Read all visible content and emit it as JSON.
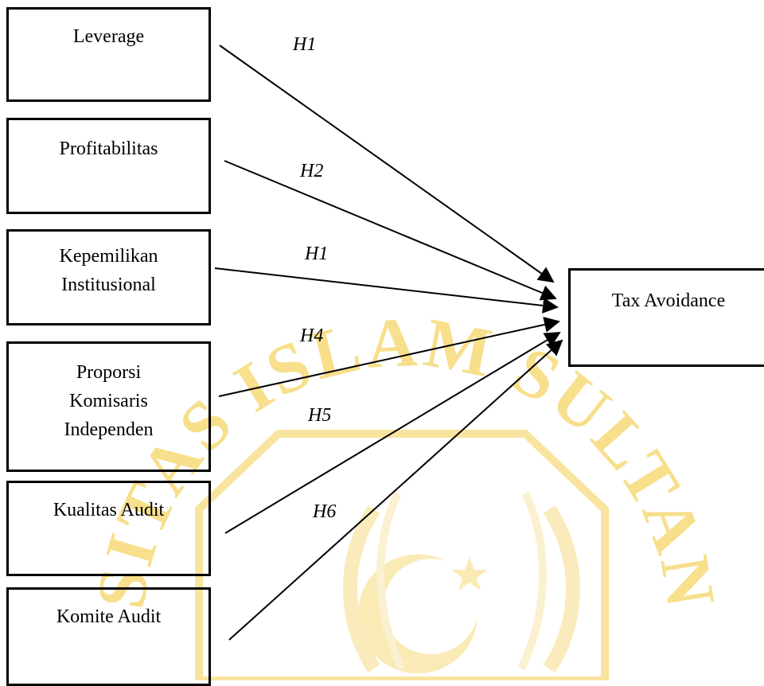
{
  "diagram": {
    "variables": [
      {
        "id": "leverage",
        "label": "Leverage"
      },
      {
        "id": "profitabilitas",
        "label": "Profitabilitas"
      },
      {
        "id": "kepemilikan",
        "label": "Kepemilikan\nInstitusional"
      },
      {
        "id": "proporsi",
        "label": "Proporsi\nKomisaris\nIndependen"
      },
      {
        "id": "kualitas",
        "label": "Kualitas Audit"
      },
      {
        "id": "komite",
        "label": "Komite Audit"
      }
    ],
    "target": {
      "label": "Tax Avoidance"
    },
    "hypotheses": [
      "H1",
      "H2",
      "H1",
      "H4",
      "H5",
      "H6"
    ],
    "watermark": {
      "text": "UNIVERSITAS ISLAM SULTAN AGUNG",
      "color": "#f0c419"
    }
  }
}
